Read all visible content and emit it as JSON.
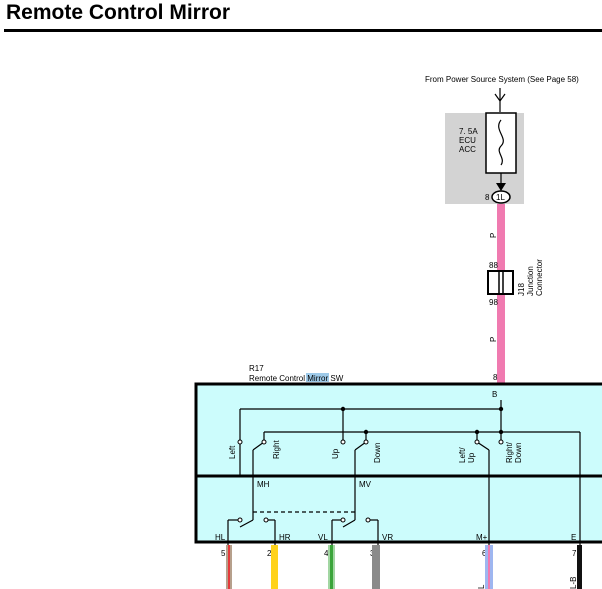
{
  "page": {
    "title": "Remote Control Mirror"
  },
  "power_source": {
    "label": "From Power Source System (See Page 58)"
  },
  "fuse": {
    "line1": "7. 5A",
    "line2": "ECU",
    "line3": "ACC",
    "pin": "8",
    "connector": "1L"
  },
  "wire_colors": {
    "top": "P",
    "bottom": "P"
  },
  "junction": {
    "pin_top": "88",
    "pin_bottom": "98",
    "id": "J18",
    "line1": "Junction",
    "line2": "Connector"
  },
  "switch": {
    "id": "R17",
    "name_pre": "Remote Control ",
    "name_highlight": "Mirror",
    "name_post": " SW",
    "input_pin": "8",
    "input_wire": "B",
    "positions": {
      "left": "Left",
      "right": "Right",
      "up": "Up",
      "down": "Down",
      "left_up_1": "Left/",
      "left_up_2": "Up",
      "right_down_1": "Right/",
      "right_down_2": "Down"
    },
    "sections": {
      "mh": "MH",
      "mv": "MV"
    },
    "terminals": [
      {
        "name": "HL",
        "pin": "5"
      },
      {
        "name": "HR",
        "pin": "2"
      },
      {
        "name": "VL",
        "pin": "4"
      },
      {
        "name": "VR",
        "pin": "3"
      },
      {
        "name": "M+",
        "pin": "6"
      },
      {
        "name": "E",
        "pin": "7"
      }
    ]
  },
  "output_wires": {
    "m_plus": "L",
    "e": "L-B"
  },
  "colors": {
    "fuse_box": "#d3d3d3",
    "pink_wire": "#f07ab0",
    "switch_fill": "#ccfcfc",
    "wire_hl_a": "#b6a08c",
    "wire_hl_b": "#e53a3a",
    "wire_hr": "#ffd21a",
    "wire_vl_a": "#a2d6a2",
    "wire_vl_b": "#3aa43a",
    "wire_vr": "#8a8a8a",
    "wire_mplus_a": "#9eb6f0",
    "wire_mplus_b": "#f07ab0",
    "wire_e": "#111111"
  }
}
